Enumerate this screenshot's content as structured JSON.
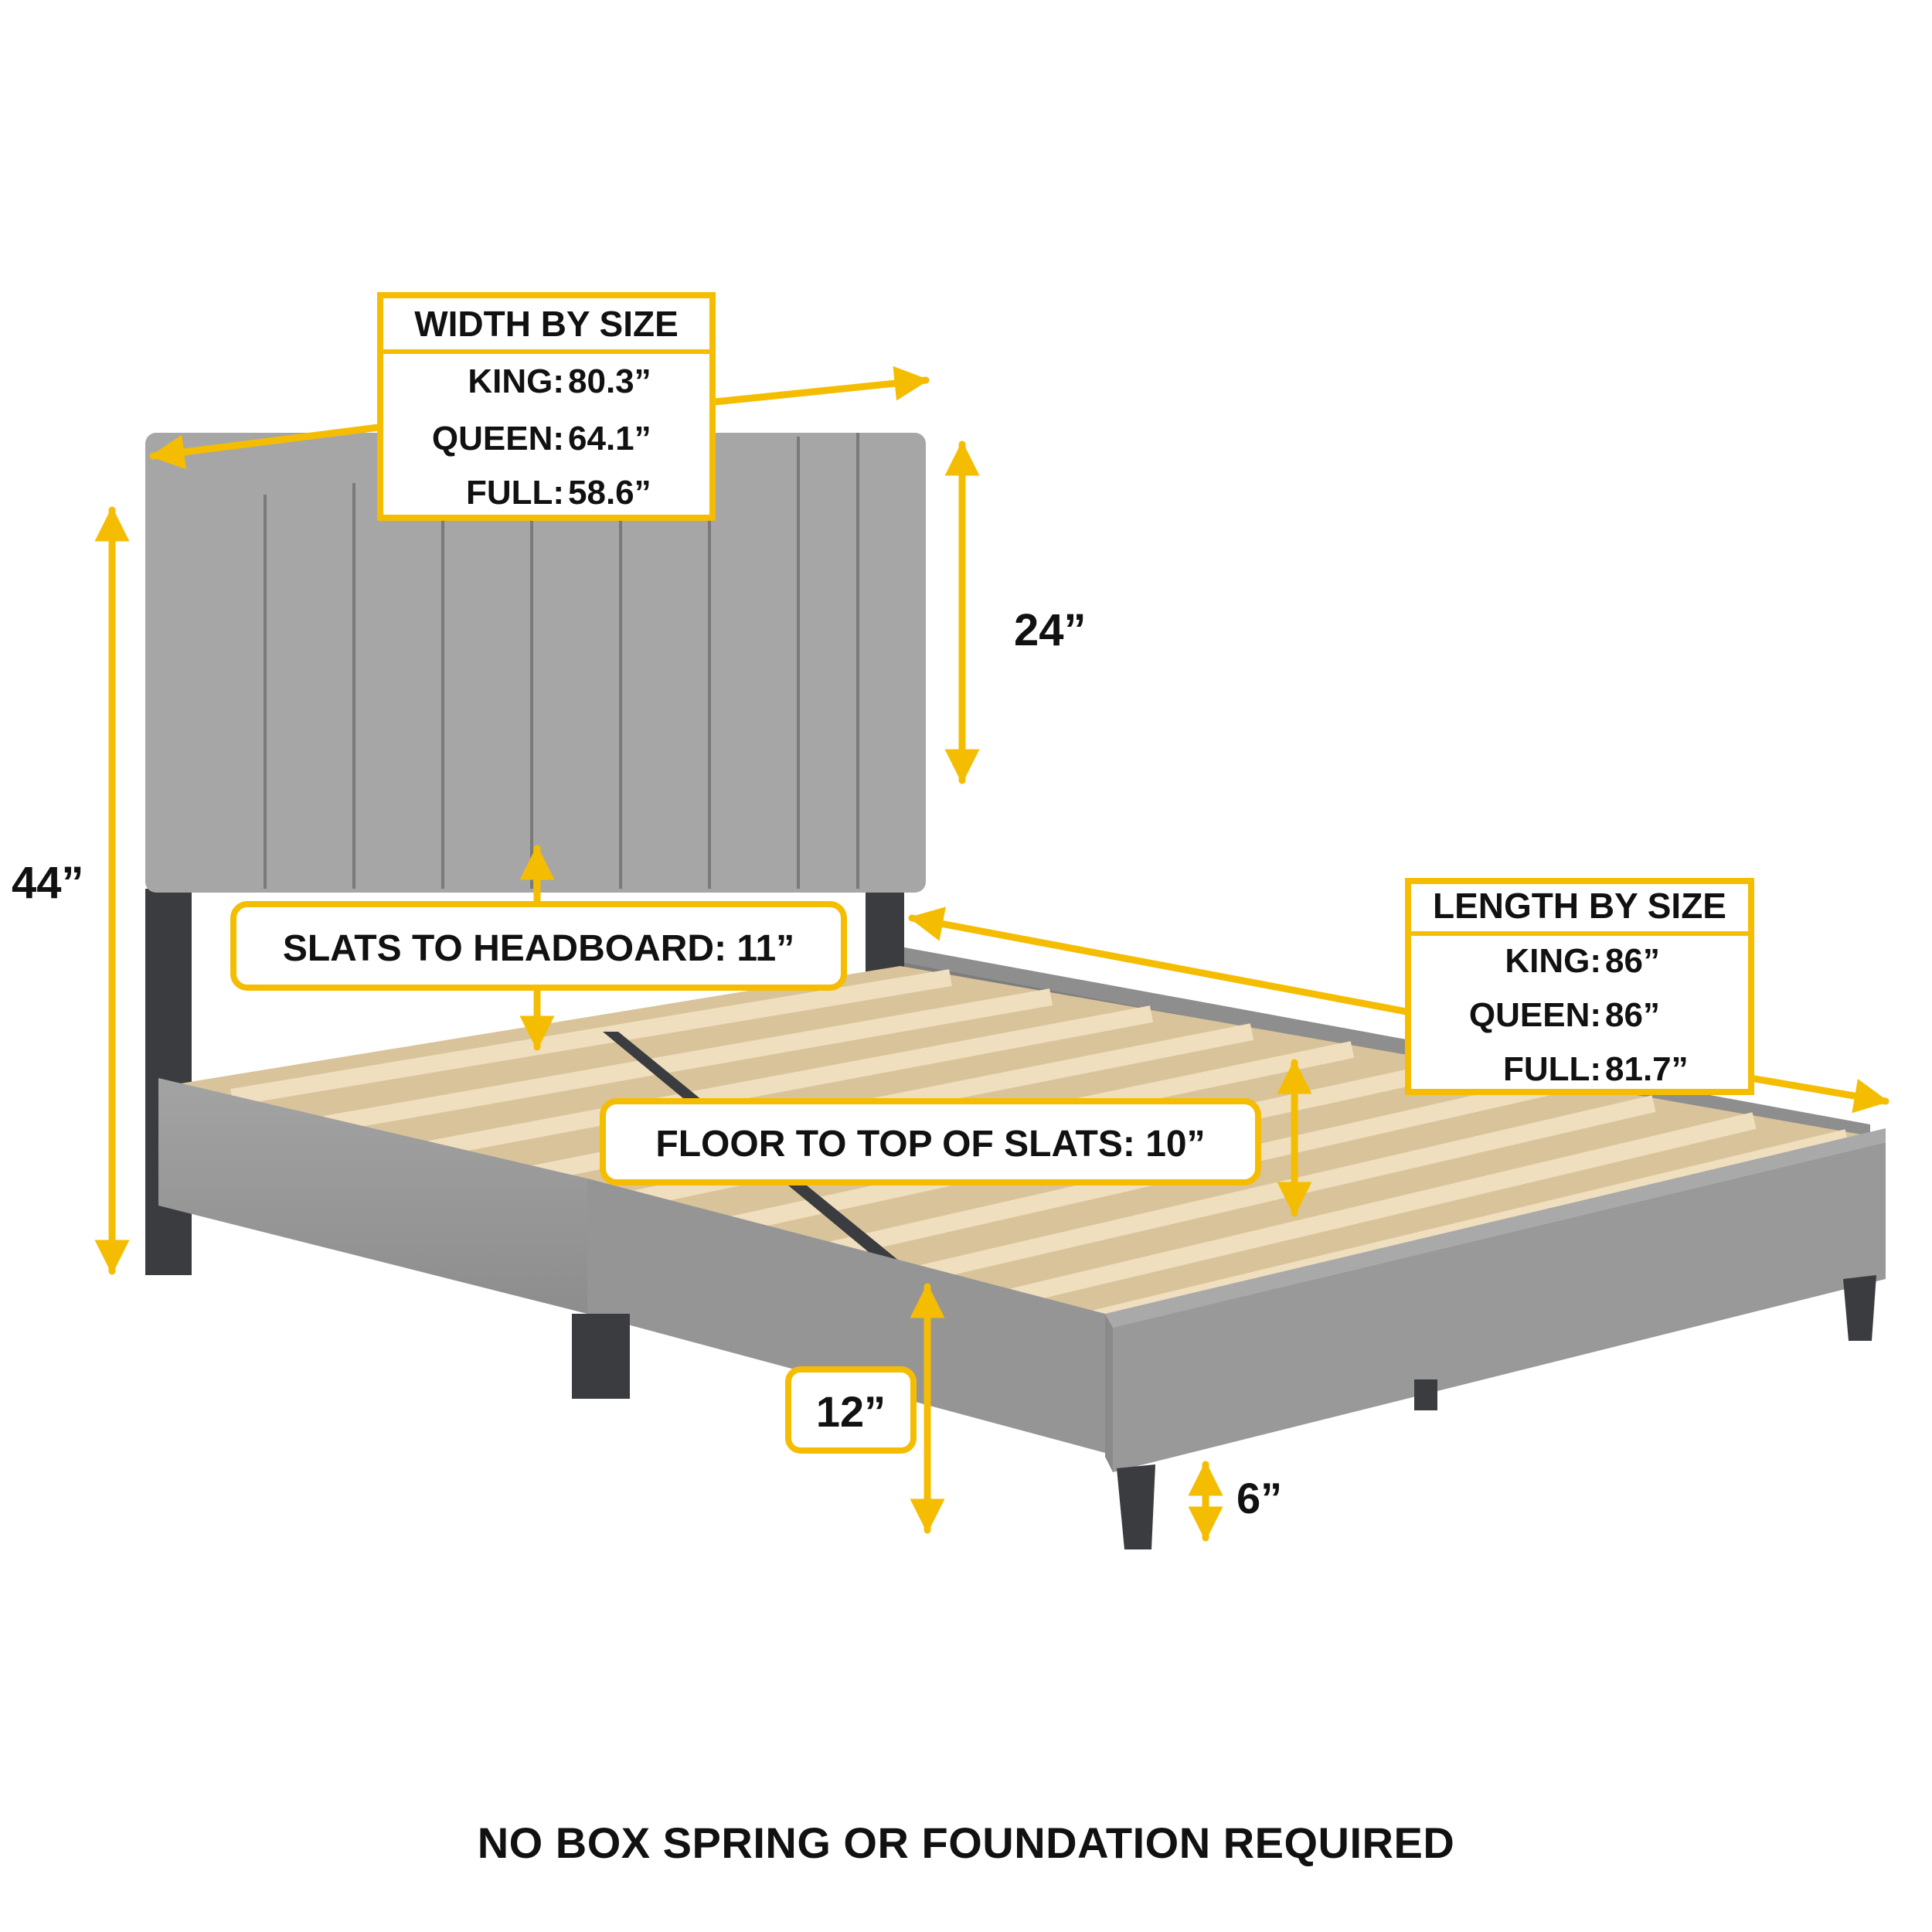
{
  "colors": {
    "accent": "#f5bd02",
    "fabric": "#9a9a9a",
    "leg": "#3a3c40",
    "slat": "#ead5ad",
    "text": "#111111"
  },
  "width_box": {
    "title": "WIDTH BY SIZE",
    "rows": [
      {
        "label": "KING:",
        "value": "80.3”"
      },
      {
        "label": "QUEEN:",
        "value": "64.1”"
      },
      {
        "label": "FULL:",
        "value": "58.6”"
      }
    ]
  },
  "length_box": {
    "title": "LENGTH BY SIZE",
    "rows": [
      {
        "label": "KING:",
        "value": "86”"
      },
      {
        "label": "QUEEN:",
        "value": "86”"
      },
      {
        "label": "FULL:",
        "value": "81.7”"
      }
    ]
  },
  "dimensions": {
    "total_height": "44”",
    "headboard_height": "24”",
    "slats_to_headboard": "SLATS TO HEADBOARD: 11”",
    "floor_to_slats": "FLOOR TO TOP OF SLATS: 10”",
    "clearance": "12”",
    "leg_height": "6”"
  },
  "footer": {
    "note": "NO BOX SPRING OR FOUNDATION REQUIRED"
  }
}
